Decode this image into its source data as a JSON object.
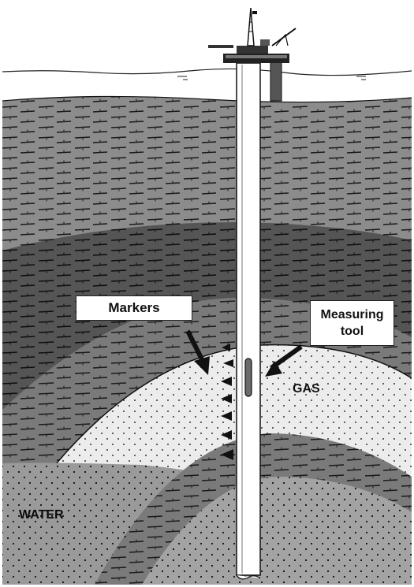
{
  "labels": {
    "markers": "Markers",
    "measuring_tool": "Measuring\ntool",
    "gas": "GAS",
    "water": "WATER"
  },
  "colors": {
    "sky": "#ffffff",
    "shale_light": "#8c8c8c",
    "shale_dark": "#555555",
    "strata_mid": "#7a7a7a",
    "gas_zone": "#ececec",
    "water_zone": "#9a9a9a",
    "wellbore": "#ffffff",
    "outline": "#111111"
  },
  "icons": [
    "drilling-platform-icon",
    "arrow-icon",
    "marker-triangle-icon"
  ]
}
